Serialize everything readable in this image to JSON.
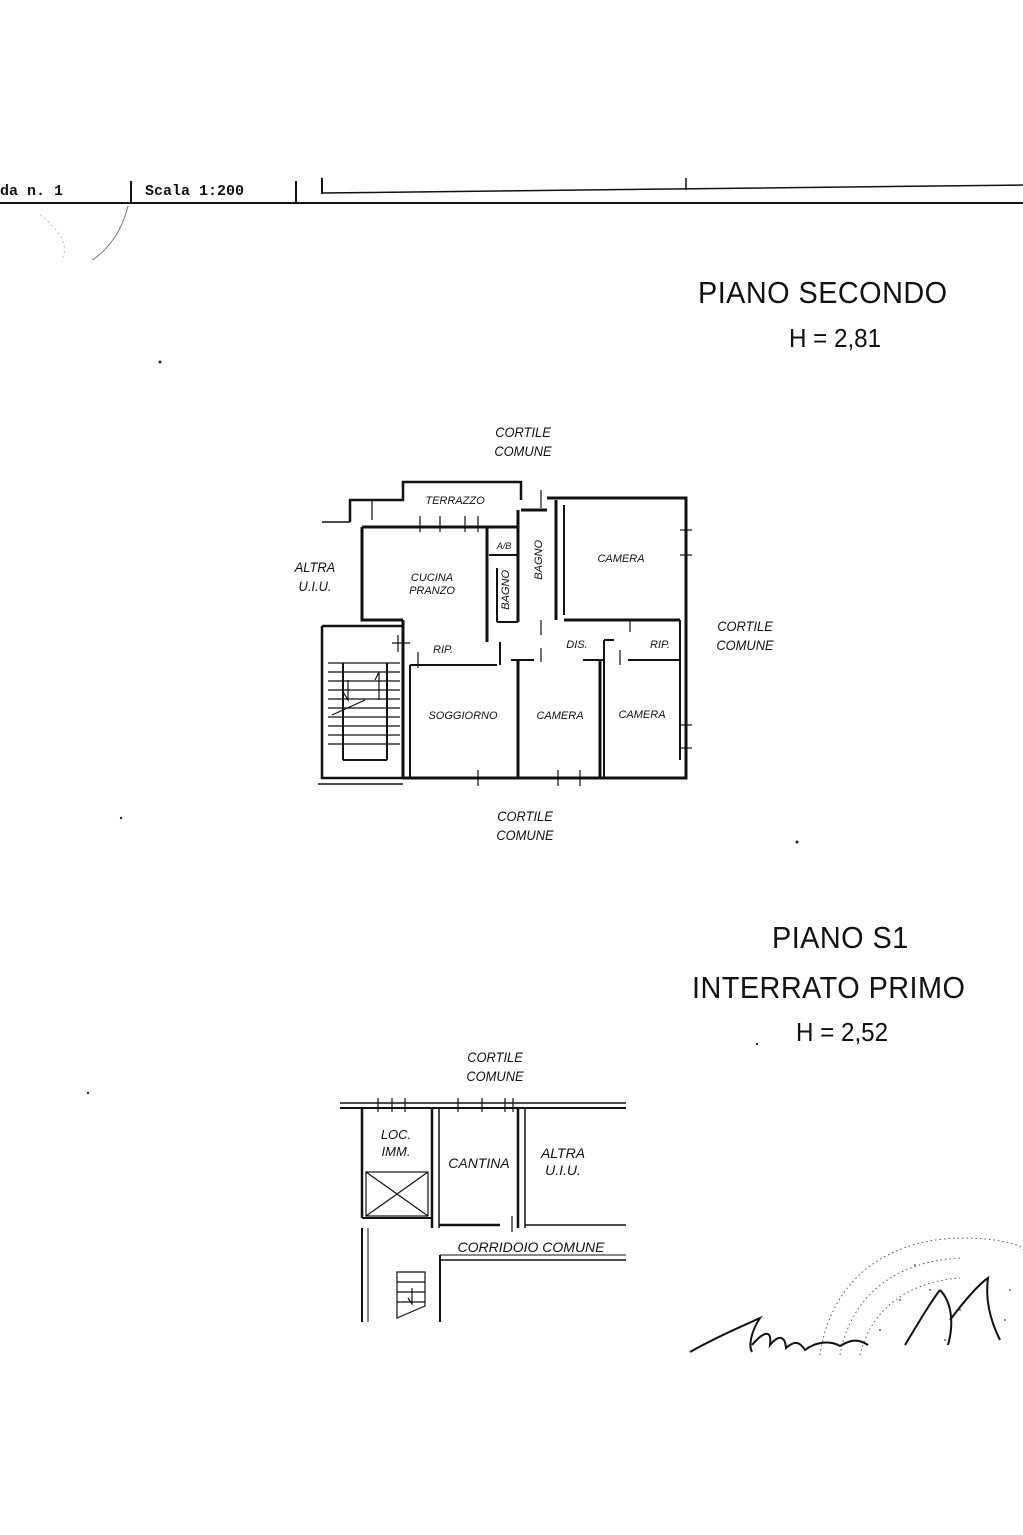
{
  "header": {
    "sheet_label": "da n. 1",
    "scale_label": "Scala 1:200"
  },
  "floor_second": {
    "title": "PIANO SECONDO",
    "height": "H = 2,81",
    "labels": {
      "cortile_top_1": "CORTILE",
      "cortile_top_2": "COMUNE",
      "cortile_right_1": "CORTILE",
      "cortile_right_2": "COMUNE",
      "cortile_bottom_1": "CORTILE",
      "cortile_bottom_2": "COMUNE",
      "altra_1": "ALTRA",
      "altra_2": "U.I.U."
    },
    "rooms": {
      "terrazzo": "TERRAZZO",
      "ab": "A/B",
      "bagno_1": "BAGNO",
      "bagno_2": "BAGNO",
      "camera_top": "CAMERA",
      "cucina_1": "CUCINA",
      "cucina_2": "PRANZO",
      "rip_left": "RIP.",
      "dis": "DIS.",
      "rip_right": "RIP.",
      "soggiorno": "SOGGIORNO",
      "camera_mid": "CAMERA",
      "camera_right": "CAMERA"
    }
  },
  "floor_basement": {
    "title_1": "PIANO S1",
    "title_2": "INTERRATO PRIMO",
    "height": "H = 2,52",
    "labels": {
      "cortile_1": "CORTILE",
      "cortile_2": "COMUNE",
      "corridoio": "CORRIDOIO COMUNE",
      "altra_1": "ALTRA",
      "altra_2": "U.I.U."
    },
    "rooms": {
      "loc_1": "LOC.",
      "loc_2": "IMM.",
      "cantina": "CANTINA"
    }
  }
}
